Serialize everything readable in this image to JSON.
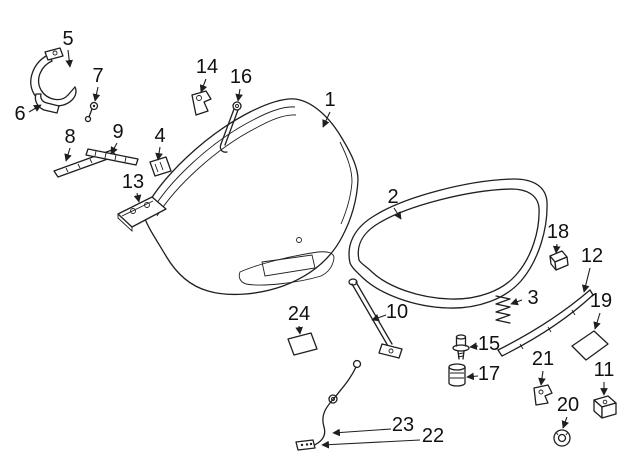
{
  "diagram": {
    "kind": "exploded-parts-diagram",
    "subject": "Trunk lid assembly exploded view with numbered callouts",
    "background_color": "#ffffff",
    "line_color": "#1f1f1f",
    "text_color": "#111111",
    "callouts": [
      {
        "label": "1"
      },
      {
        "label": "2"
      },
      {
        "label": "3"
      },
      {
        "label": "4"
      },
      {
        "label": "5"
      },
      {
        "label": "6"
      },
      {
        "label": "7"
      },
      {
        "label": "8"
      },
      {
        "label": "9"
      },
      {
        "label": "10"
      },
      {
        "label": "11"
      },
      {
        "label": "12"
      },
      {
        "label": "13"
      },
      {
        "label": "14"
      },
      {
        "label": "15"
      },
      {
        "label": "16"
      },
      {
        "label": "17"
      },
      {
        "label": "18"
      },
      {
        "label": "19"
      },
      {
        "label": "20"
      },
      {
        "label": "21"
      },
      {
        "label": "22"
      },
      {
        "label": "23"
      },
      {
        "label": "24"
      }
    ]
  }
}
